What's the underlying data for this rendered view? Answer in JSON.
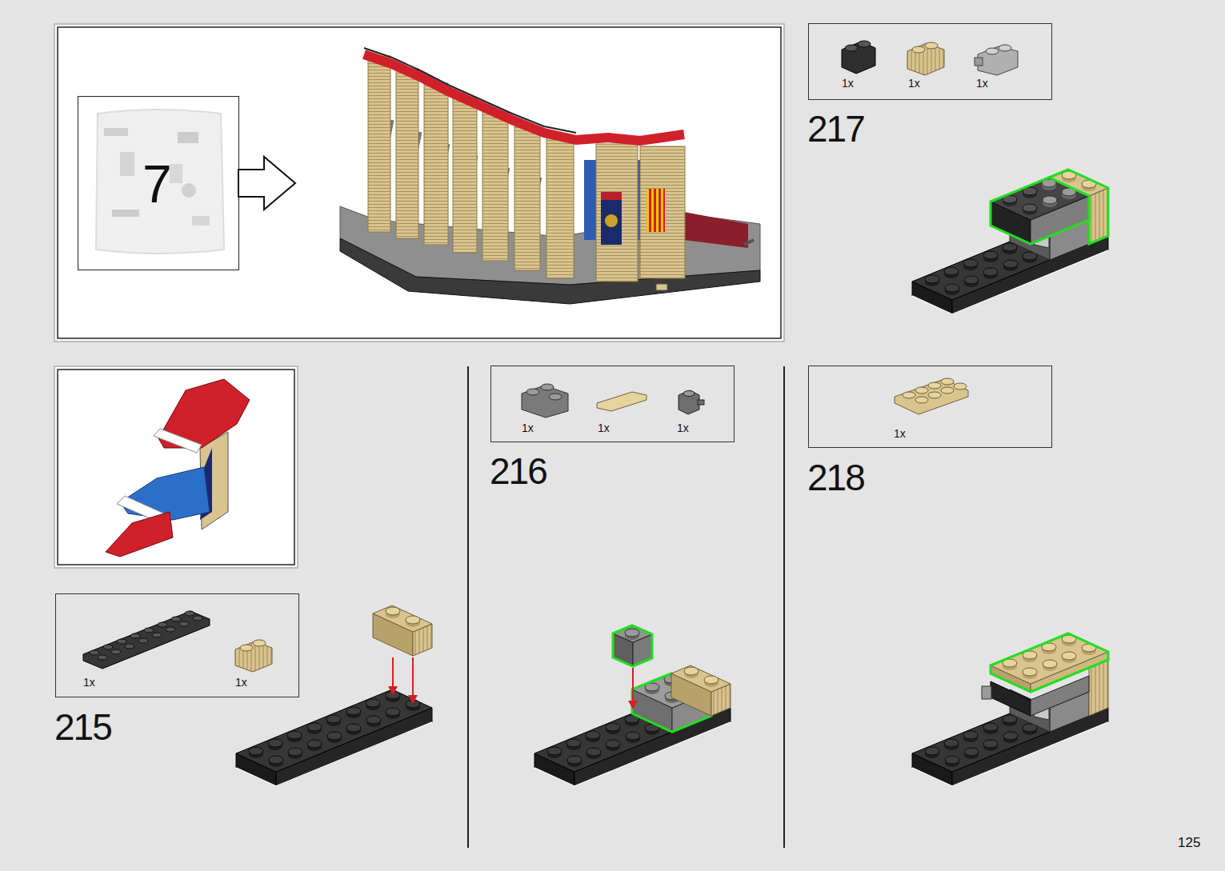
{
  "diagram": {
    "nodes": [
      {
        "text": [
          "7"
        ]
      },
      {
        "text": [
          "1x",
          "1x",
          "1x"
        ]
      },
      {
        "text": [
          "1x",
          "1x",
          "1x"
        ]
      },
      {
        "text": [
          "1x"
        ]
      },
      {
        "text": [
          "1x",
          "1x"
        ]
      }
    ],
    "labels": [
      "217",
      "216",
      "218",
      "215",
      "125"
    ]
  }
}
